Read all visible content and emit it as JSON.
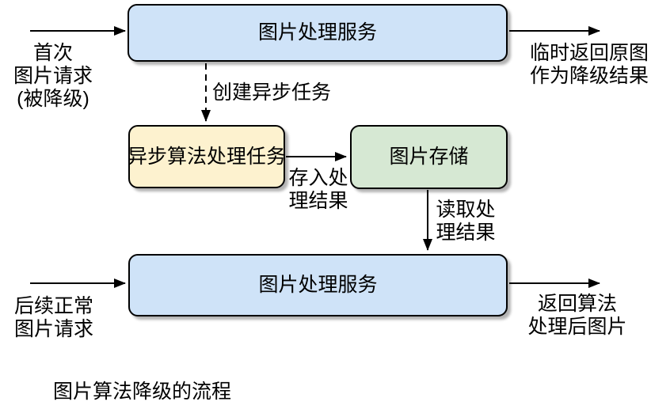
{
  "diagram": {
    "title": "图片算法降级的流程",
    "nodes": {
      "top_service": {
        "label": "图片处理服务",
        "fill": "#cfe3f8",
        "border": "#000000"
      },
      "async_task": {
        "label": "异步算法处理任务",
        "fill": "#fdf2cf",
        "border": "#000000"
      },
      "storage": {
        "label": "图片存储",
        "fill": "#d6e8d3",
        "border": "#000000"
      },
      "bottom_service": {
        "label": "图片处理服务",
        "fill": "#cfe3f8",
        "border": "#000000"
      }
    },
    "edges": {
      "first_request_in": {
        "label": "首次\n图片请求\n(被降级)",
        "style": "solid",
        "to": "top_service"
      },
      "temp_return_out": {
        "label": "临时返回原图\n作为降级结果",
        "style": "solid",
        "from": "top_service"
      },
      "create_task": {
        "label": "创建异步任务",
        "style": "dashed",
        "from": "top_service",
        "to": "async_task"
      },
      "store_result": {
        "label": "存入处\n理结果",
        "style": "solid",
        "from": "async_task",
        "to": "storage"
      },
      "read_result": {
        "label": "读取处\n理结果",
        "style": "solid",
        "from": "storage",
        "to": "bottom_service"
      },
      "subsequent_request_in": {
        "label": "后续正常\n图片请求",
        "style": "solid",
        "to": "bottom_service"
      },
      "return_processed_out": {
        "label": "返回算法\n处理后图片",
        "style": "solid",
        "from": "bottom_service"
      }
    },
    "colors": {
      "stroke": "#000000",
      "text": "#000000",
      "background": "#ffffff",
      "shadow": "#b9b9b9"
    }
  }
}
